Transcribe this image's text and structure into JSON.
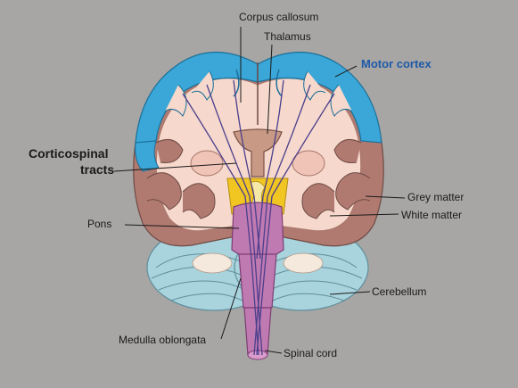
{
  "labels": {
    "corpus_callosum": "Corpus callosum",
    "thalamus": "Thalamus",
    "motor_cortex": "Motor cortex",
    "corticospinal_line1": "Corticospinal",
    "corticospinal_line2": "tracts",
    "grey_matter": "Grey matter",
    "white_matter": "White matter",
    "pons": "Pons",
    "cerebellum": "Cerebellum",
    "medulla_oblongata": "Medulla oblongata",
    "spinal_cord": "Spinal cord"
  },
  "colors": {
    "background": "#a7a6a4",
    "motor_cortex": "#3aa7d8",
    "grey_matter": "#b07a70",
    "white_matter": "#f6d8cc",
    "thalamus": "#c89a85",
    "brainstem": "#c07ab2",
    "basal_region": "#f1c522",
    "cerebellum": "#a9d3dd",
    "tract_lines": "#4b3f8c",
    "label_blue": "#1f5aa8"
  }
}
